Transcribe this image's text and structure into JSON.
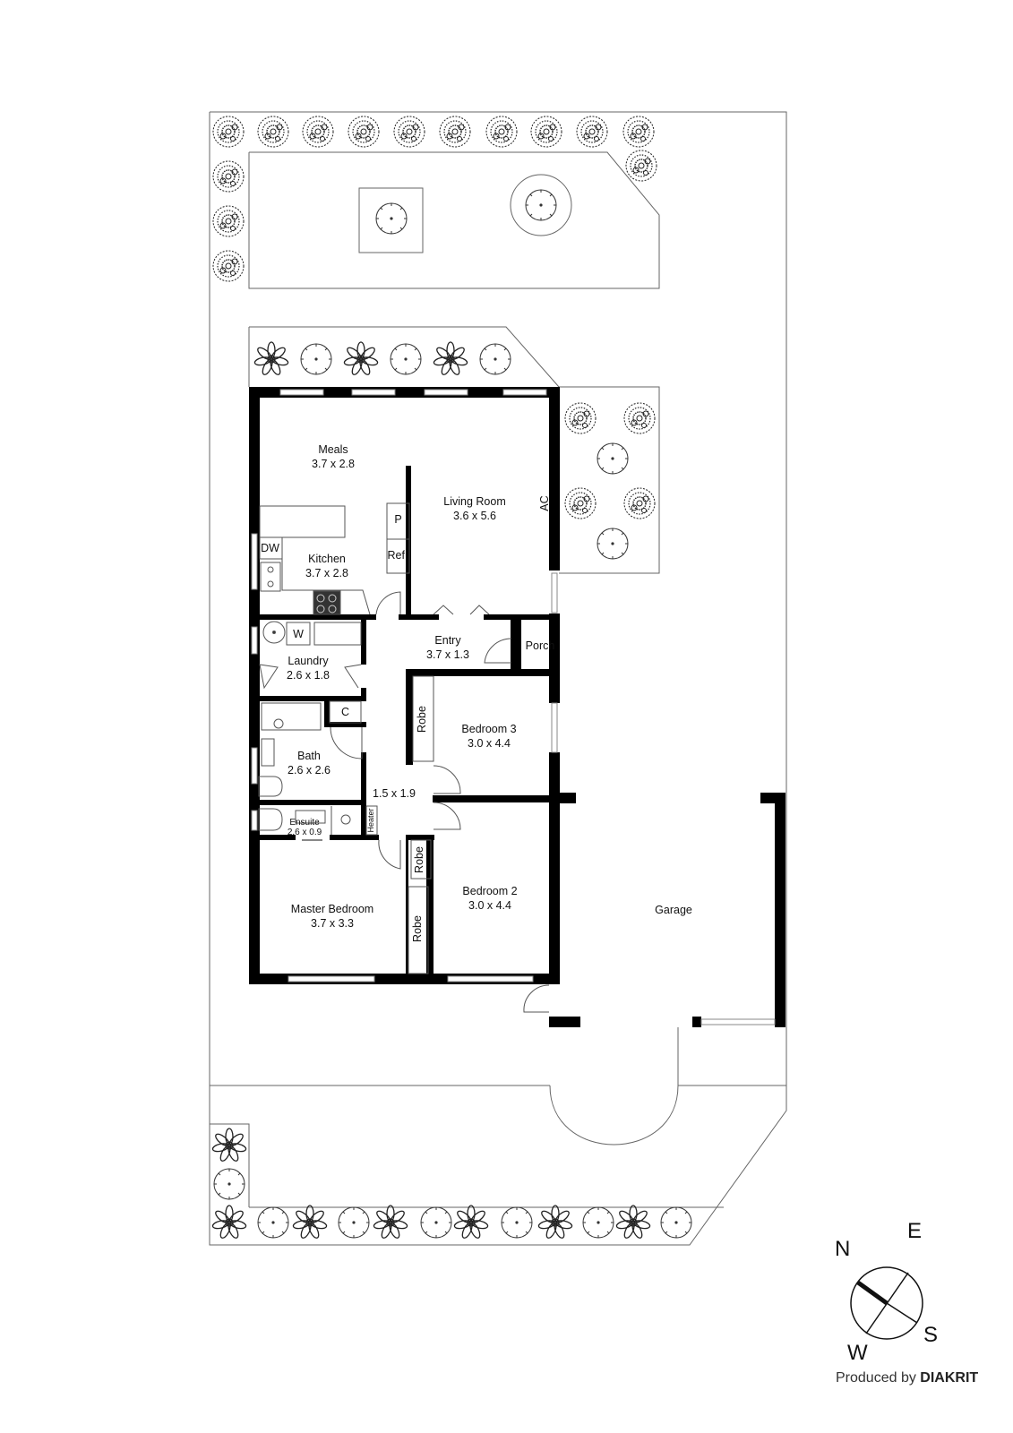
{
  "rooms": {
    "meals": {
      "name": "Meals",
      "dim": "3.7 x 2.8"
    },
    "living": {
      "name": "Living Room",
      "dim": "3.6 x 5.6"
    },
    "kitchen": {
      "name": "Kitchen",
      "dim": "3.7 x 2.8"
    },
    "entry": {
      "name": "Entry",
      "dim": "3.7 x 1.3"
    },
    "laundry": {
      "name": "Laundry",
      "dim": "2.6 x 1.8"
    },
    "bath": {
      "name": "Bath",
      "dim": "2.6 x 2.6"
    },
    "hall": {
      "name": "",
      "dim": "1.5 x 1.9"
    },
    "ensuite": {
      "name": "Ensuite",
      "dim": "2.6 x 0.9"
    },
    "bedroom3": {
      "name": "Bedroom 3",
      "dim": "3.0 x 4.4"
    },
    "bedroom2": {
      "name": "Bedroom 2",
      "dim": "3.0 x 4.4"
    },
    "master": {
      "name": "Master Bedroom",
      "dim": "3.7 x 3.3"
    },
    "garage": {
      "name": "Garage",
      "dim": ""
    },
    "porch": {
      "name": "Porch",
      "dim": ""
    }
  },
  "fixtures": {
    "pantry": "P",
    "fridge": "Ref.",
    "dishwasher": "DW",
    "washer": "W",
    "cupboard": "C",
    "ac": "AC",
    "heater": "Heater",
    "robe1": "Robe",
    "robe2": "Robe",
    "robe3": "Robe"
  },
  "compass": {
    "n": "N",
    "e": "E",
    "s": "S",
    "w": "W"
  },
  "credit": {
    "prefix": "Produced by",
    "brand": "DIAKRIT"
  },
  "colors": {
    "wall": "#000000",
    "line": "#555555",
    "background": "#ffffff"
  }
}
